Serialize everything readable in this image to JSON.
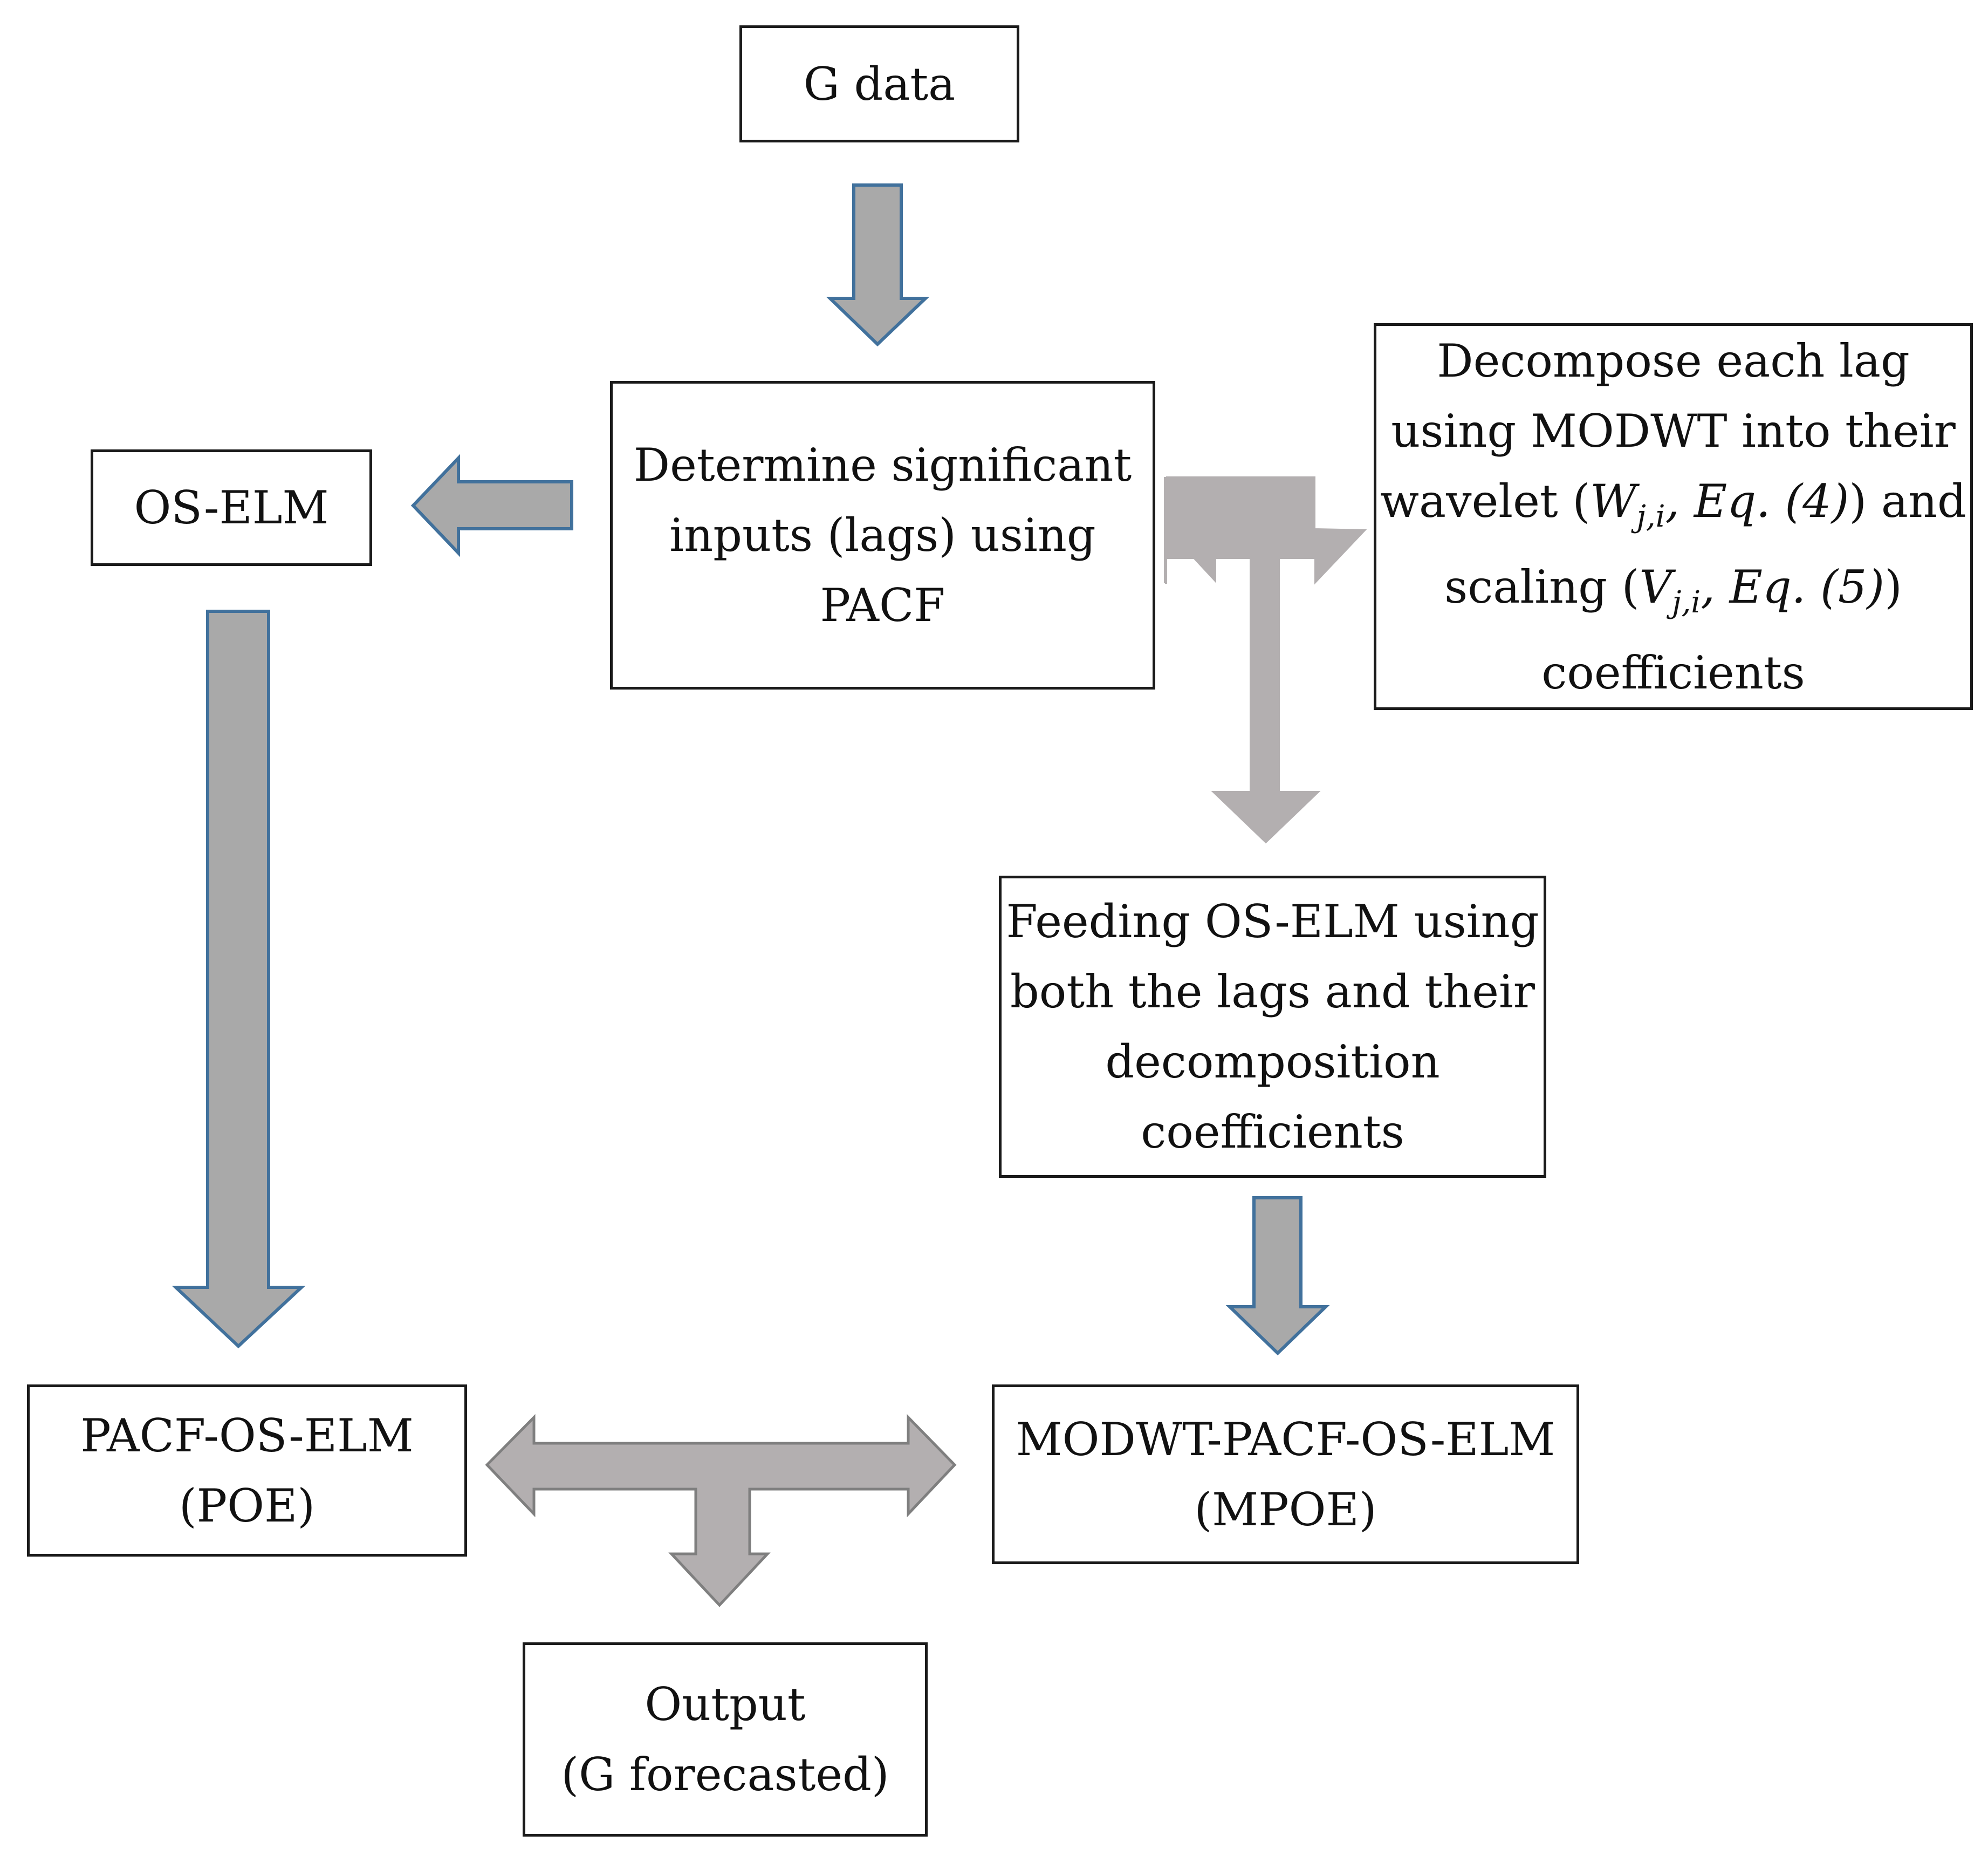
{
  "nodes": {
    "g_data": {
      "label": "G data"
    },
    "pacf": {
      "lines": [
        "Determine significant",
        "inputs (lags) using",
        "PACF"
      ]
    },
    "os_elm": {
      "label": "OS-ELM"
    },
    "modwt_decompose": {
      "line1": "Decompose each lag",
      "line2": "using MODWT into their",
      "line3_pre": "wavelet (",
      "w_sym": "W",
      "w_sub": "j,i",
      "w_ref": ", Eq. (4)",
      "line3_post": ") and",
      "line4_pre": "scaling (",
      "v_sym": "V",
      "v_sub": "j,i",
      "v_ref": ",  Eq. (5)",
      "line4_post": ")",
      "line5": "coefficients"
    },
    "feeding": {
      "lines": [
        "Feeding OS-ELM using",
        "both the lags and their",
        "decomposition",
        "coefficients"
      ]
    },
    "poe": {
      "lines": [
        "PACF-OS-ELM",
        "(POE)"
      ]
    },
    "mpoe": {
      "lines": [
        "MODWT-PACF-OS-ELM",
        "(MPOE)"
      ]
    },
    "output": {
      "lines": [
        "Output",
        "(G forecasted)"
      ]
    }
  },
  "colors": {
    "arrow_fill": "#a9a9a9",
    "arrow_outline": "#41719c",
    "connector_fill": "#b3afb0",
    "connector_outline": "#7f7f7f",
    "box_border": "#1a1a1a"
  }
}
